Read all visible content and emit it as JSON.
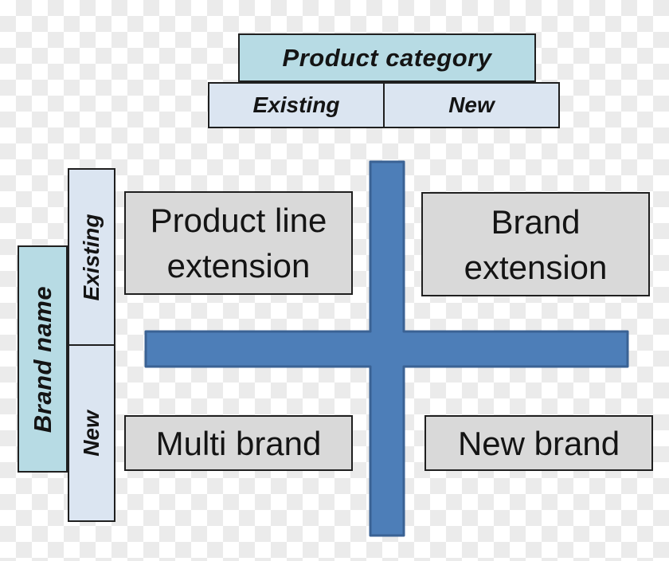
{
  "matrix": {
    "column_axis": {
      "title": "Product category",
      "options": [
        "Existing",
        "New"
      ]
    },
    "row_axis": {
      "title": "Brand name",
      "options": [
        "Existing",
        "New"
      ]
    },
    "cells": [
      {
        "row": "Existing",
        "column": "Existing",
        "label": "Product line extension"
      },
      {
        "row": "Existing",
        "column": "New",
        "label": "Brand extension"
      },
      {
        "row": "New",
        "column": "Existing",
        "label": "Multi brand"
      },
      {
        "row": "New",
        "column": "New",
        "label": "New brand"
      }
    ]
  },
  "colors": {
    "axis-title-fill": "#b7dbe4",
    "axis-option-fill": "#dbe5f1",
    "cell-fill": "#d9d9d9",
    "cross-fill": "#4d7eb8",
    "cross-stroke": "#3a6294",
    "box-border": "#1f1f1f",
    "checker-light": "#ffffff",
    "checker-dark": "#ebebeb",
    "text": "#141414"
  }
}
